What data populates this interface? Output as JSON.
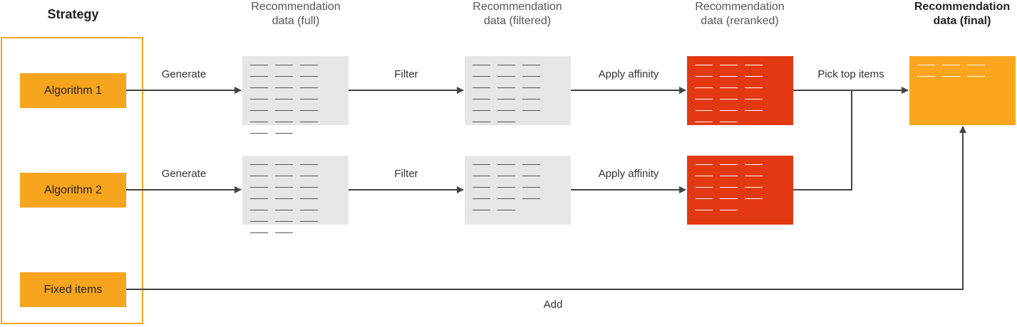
{
  "strategy": {
    "title": "Strategy",
    "items": [
      "Algorithm 1",
      "Algorithm 2",
      "Fixed items"
    ]
  },
  "columns": [
    {
      "header": "Recommendation\ndata (full)"
    },
    {
      "header": "Recommendation\ndata (filtered)"
    },
    {
      "header": "Recommendation\ndata (reranked)"
    },
    {
      "header": "Recommendation\ndata (final)"
    }
  ],
  "steps": {
    "generate": "Generate",
    "filter": "Filter",
    "apply_affinity": "Apply affinity",
    "pick_top": "Pick top items",
    "add": "Add"
  },
  "item_counts": {
    "row1": [
      20,
      17,
      17
    ],
    "row2": [
      20,
      14,
      14
    ],
    "final": 6
  },
  "colors": {
    "accent_orange": "#f7a51e",
    "frame_orange": "#f5a623",
    "reranked_red": "#e33912",
    "neutral_gray": "#e6e6e6",
    "arrow": "#444444"
  }
}
